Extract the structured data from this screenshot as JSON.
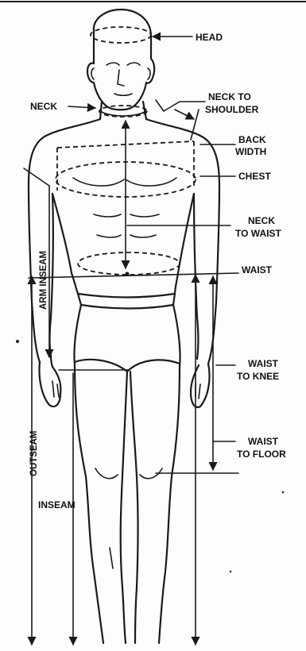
{
  "labels": {
    "head": "HEAD",
    "neck": "NECK",
    "neck_to_shoulder": [
      "NECK TO",
      "SHOULDER"
    ],
    "back_width": [
      "BACK",
      "WIDTH"
    ],
    "chest": "CHEST",
    "neck_to_waist": [
      "NECK",
      "TO WAIST"
    ],
    "waist": "WAIST",
    "waist_to_knee": [
      "WAIST",
      "TO KNEE"
    ],
    "waist_to_floor": [
      "WAIST",
      "TO FLOOR"
    ],
    "arm_inseam": "ARM INSEAM",
    "outseam": "OUTSEAM",
    "inseam": "INSEAM"
  },
  "colors": {
    "ink": "#1a1a1a",
    "paper": "#fdfdfb"
  }
}
